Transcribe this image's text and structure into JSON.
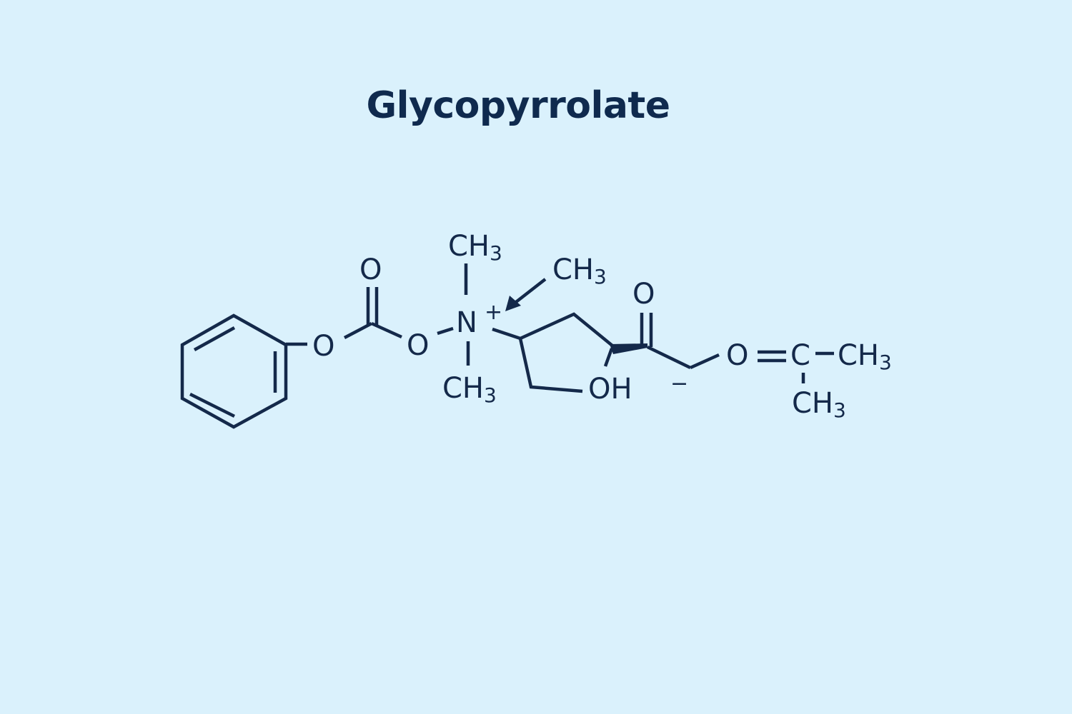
{
  "title": "Glycopyrrolate",
  "colors": {
    "background": "#daf1fc",
    "ink": "#14294a",
    "title": "#0f2a4e"
  },
  "structure": {
    "atoms": {
      "carbonyl_o_left": "O",
      "ester_o_1": "O",
      "ester_o_2": "O",
      "n_methyl_top": {
        "main": "CH",
        "sub": "3"
      },
      "nitrogen": "N",
      "nitrogen_charge": "+",
      "arrow_methyl": {
        "main": "CH",
        "sub": "3"
      },
      "n_methyl_bottom": {
        "main": "CH",
        "sub": "3"
      },
      "hydroxyl": "OH",
      "ketone_o": "O",
      "anion_charge": "−",
      "ether_o": "O",
      "isopropyl_c": "C",
      "isopropyl_ch3_right": {
        "main": "CH",
        "sub": "3"
      },
      "isopropyl_ch3_bottom": {
        "main": "CH",
        "sub": "3"
      }
    }
  }
}
